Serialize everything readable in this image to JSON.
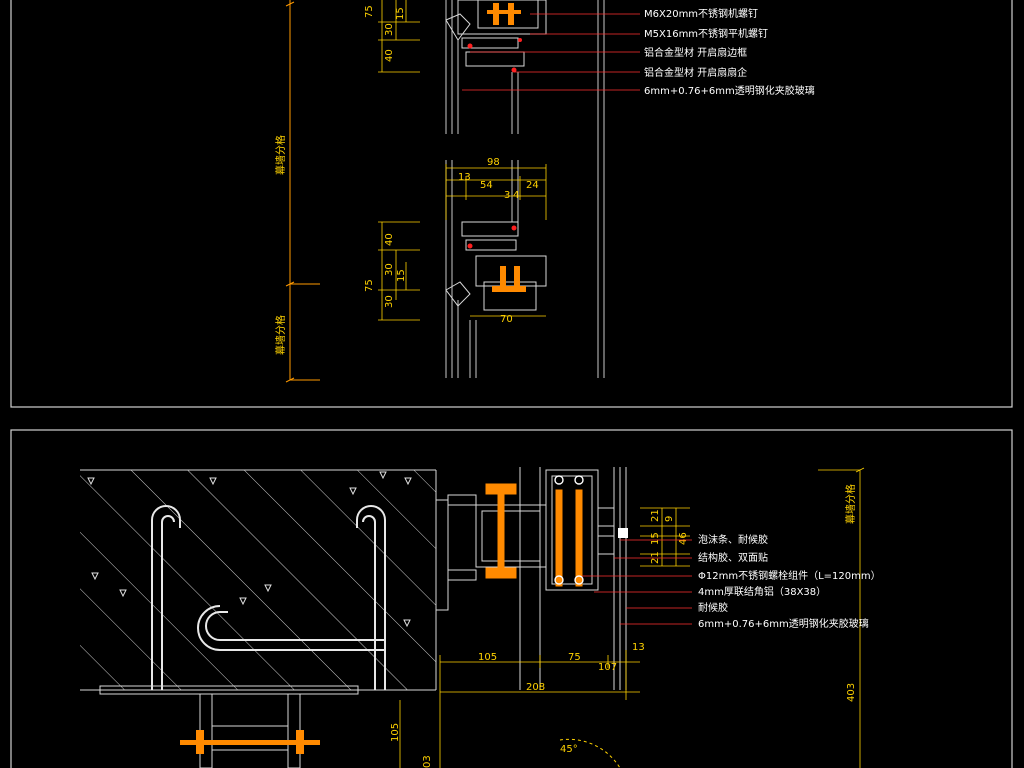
{
  "panel_top": {
    "callouts": [
      "M6X20mm不锈钢机螺钉",
      "M5X16mm不锈钢平机螺钉",
      "铝合金型材  开启扇边框",
      "铝合金型材  开启扇扇企",
      "6mm+0.76+6mm透明钢化夹胶玻璃"
    ],
    "axis_label_1": "幕墙分格",
    "axis_label_2": "幕墙分格",
    "dims": {
      "d75a": "75",
      "d30a": "30",
      "d15a": "15",
      "d40a": "40",
      "d98": "98",
      "d13": "13",
      "d54": "54",
      "d3": "3",
      "d24": "24",
      "d4": "4",
      "d40b": "40",
      "d30b": "30",
      "d15b": "15",
      "d75b": "75",
      "d30c": "30",
      "d70": "70"
    }
  },
  "panel_bottom": {
    "callouts": [
      "泡沫条、耐候胶",
      "结构胶、双面贴",
      "Φ12mm不锈钢螺栓组件（L=120mm）",
      "4mm厚联结角铝（38X38）",
      "耐候胶",
      "6mm+0.76+6mm透明钢化夹胶玻璃"
    ],
    "axis_label": "幕墙分格",
    "dims": {
      "d21a": "21",
      "d9": "9",
      "d15": "15",
      "d21b": "21",
      "d46": "46",
      "d105": "105",
      "d75": "75",
      "d107": "107",
      "d13": "13",
      "d208": "208",
      "d403": "403",
      "d105v": "105",
      "d03": "03",
      "d45": "45°"
    }
  },
  "colors": {
    "frame": "#d8d8d8",
    "dimension": "#ffd200",
    "bolt": "#ff8a00",
    "leader": "#ff4040",
    "glass": "#c8c8c8"
  }
}
